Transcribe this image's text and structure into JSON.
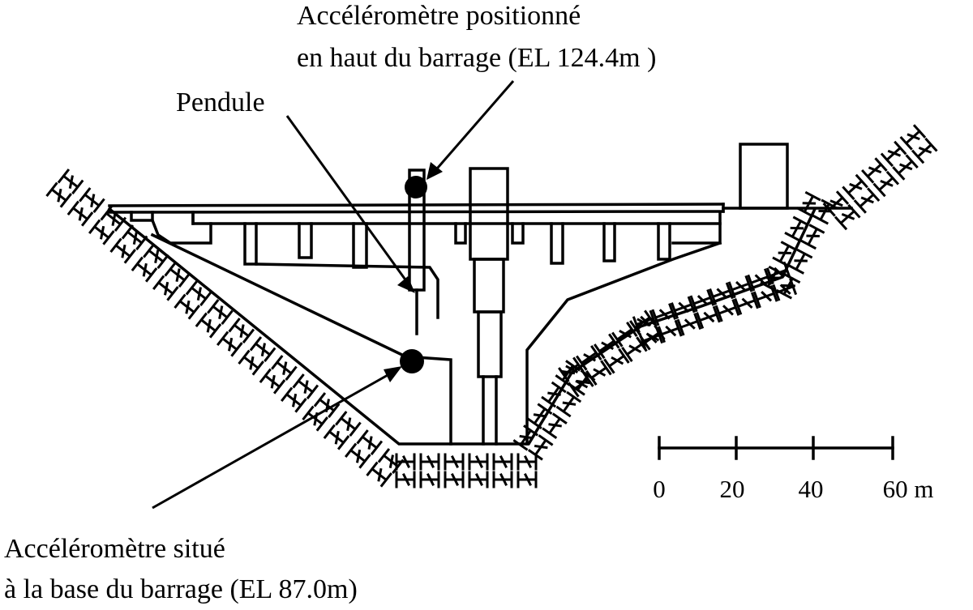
{
  "labels": {
    "top_accel_line1": "Accéléromètre positionné",
    "top_accel_line2": "en haut du barrage (EL 124.4m )",
    "pendulum": "Pendule",
    "base_accel_line1": "Accéléromètre situé",
    "base_accel_line2": "à la base du barrage (EL 87.0m)"
  },
  "scale_bar": {
    "ticks": [
      "0",
      "20",
      "40",
      "60 m"
    ]
  },
  "colors": {
    "ink": "#000000",
    "background": "#ffffff"
  }
}
